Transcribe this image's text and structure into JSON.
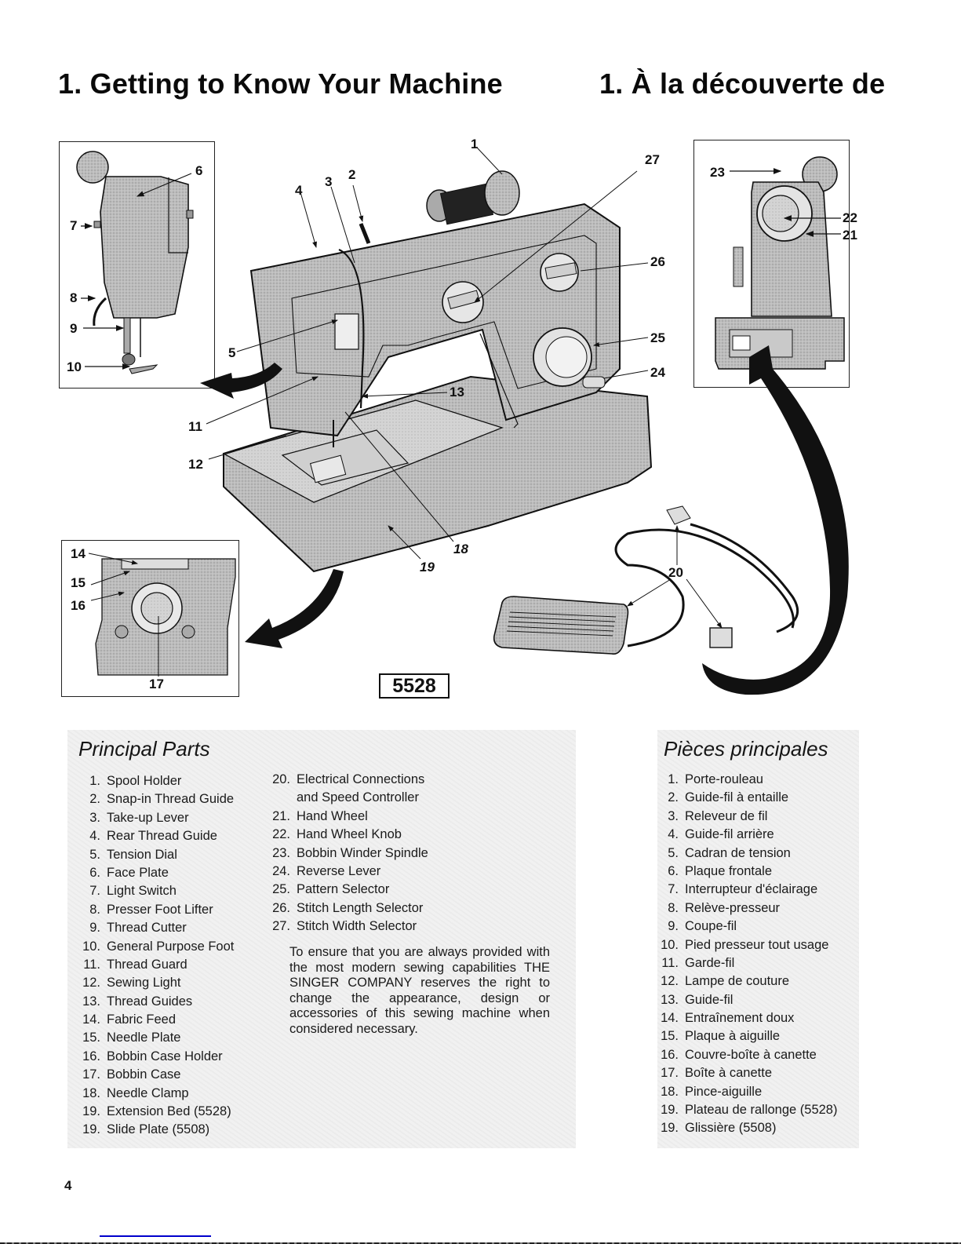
{
  "header": {
    "title_en": "1. Getting to Know Your Machine",
    "title_fr": "1. À la découverte de"
  },
  "figure": {
    "model_label": "5528",
    "callouts": {
      "c1": "1",
      "c2": "2",
      "c3": "3",
      "c4": "4",
      "c5": "5",
      "c6": "6",
      "c7": "7",
      "c8": "8",
      "c9": "9",
      "c10": "10",
      "c11": "11",
      "c12": "12",
      "c13": "13",
      "c14": "14",
      "c15": "15",
      "c16": "16",
      "c17": "17",
      "c18": "18",
      "c19": "19",
      "c20": "20",
      "c21": "21",
      "c22": "22",
      "c23": "23",
      "c24": "24",
      "c25": "25",
      "c26": "26",
      "c27": "27"
    },
    "icons": {
      "main": "sewing-machine-illustration",
      "inset_left": "face-plate-side-view",
      "inset_right": "hand-wheel-side-view",
      "inset_bottom": "bobbin-area-view",
      "foot_controller": "foot-pedal-and-cord"
    }
  },
  "english": {
    "heading": "Principal Parts",
    "parts": [
      {
        "num": "1.",
        "label": "Spool Holder"
      },
      {
        "num": "2.",
        "label": "Snap-in Thread Guide"
      },
      {
        "num": "3.",
        "label": "Take-up Lever"
      },
      {
        "num": "4.",
        "label": "Rear Thread Guide"
      },
      {
        "num": "5.",
        "label": "Tension Dial"
      },
      {
        "num": "6.",
        "label": "Face Plate"
      },
      {
        "num": "7.",
        "label": "Light Switch"
      },
      {
        "num": "8.",
        "label": "Presser Foot Lifter"
      },
      {
        "num": "9.",
        "label": "Thread Cutter"
      },
      {
        "num": "10.",
        "label": "General Purpose Foot"
      },
      {
        "num": "11.",
        "label": "Thread Guard"
      },
      {
        "num": "12.",
        "label": "Sewing Light"
      },
      {
        "num": "13.",
        "label": "Thread Guides"
      },
      {
        "num": "14.",
        "label": "Fabric Feed"
      },
      {
        "num": "15.",
        "label": "Needle Plate"
      },
      {
        "num": "16.",
        "label": "Bobbin Case Holder"
      },
      {
        "num": "17.",
        "label": "Bobbin Case"
      },
      {
        "num": "18.",
        "label": "Needle Clamp"
      },
      {
        "num": "19.",
        "label": "Extension Bed (5528)"
      },
      {
        "num": "19.",
        "label": "Slide Plate (5508)"
      }
    ],
    "parts_cont": [
      {
        "num": "20.",
        "label": "Electrical Connections",
        "label2": "and Speed Controller"
      },
      {
        "num": "21.",
        "label": "Hand Wheel"
      },
      {
        "num": "22.",
        "label": "Hand Wheel Knob"
      },
      {
        "num": "23.",
        "label": "Bobbin Winder Spindle"
      },
      {
        "num": "24.",
        "label": "Reverse Lever"
      },
      {
        "num": "25.",
        "label": "Pattern Selector"
      },
      {
        "num": "26.",
        "label": "Stitch Length Selector"
      },
      {
        "num": "27.",
        "label": "Stitch Width Selector"
      }
    ],
    "note": "To ensure that you are always provided with the most modern sewing capabilities THE SINGER COMPANY reserves the right to change the appearance, design or accessories of this sewing machine when considered necessary."
  },
  "french": {
    "heading": "Pièces principales",
    "parts": [
      {
        "num": "1.",
        "label": "Porte-rouleau"
      },
      {
        "num": "2.",
        "label": "Guide-fil à entaille"
      },
      {
        "num": "3.",
        "label": "Releveur de fil"
      },
      {
        "num": "4.",
        "label": "Guide-fil arrière"
      },
      {
        "num": "5.",
        "label": "Cadran de tension"
      },
      {
        "num": "6.",
        "label": "Plaque frontale"
      },
      {
        "num": "7.",
        "label": "Interrupteur d'éclairage"
      },
      {
        "num": "8.",
        "label": "Relève-presseur"
      },
      {
        "num": "9.",
        "label": "Coupe-fil"
      },
      {
        "num": "10.",
        "label": "Pied presseur tout usage"
      },
      {
        "num": "11.",
        "label": "Garde-fil"
      },
      {
        "num": "12.",
        "label": "Lampe de couture"
      },
      {
        "num": "13.",
        "label": "Guide-fil"
      },
      {
        "num": "14.",
        "label": "Entraînement doux"
      },
      {
        "num": "15.",
        "label": "Plaque à aiguille"
      },
      {
        "num": "16.",
        "label": "Couvre-boîte à canette"
      },
      {
        "num": "17.",
        "label": "Boîte à canette"
      },
      {
        "num": "18.",
        "label": "Pince-aiguille"
      },
      {
        "num": "19.",
        "label": "Plateau de rallonge (5528)"
      },
      {
        "num": "19.",
        "label": "Glissière (5508)"
      }
    ]
  },
  "footer": {
    "page_number": "4"
  }
}
